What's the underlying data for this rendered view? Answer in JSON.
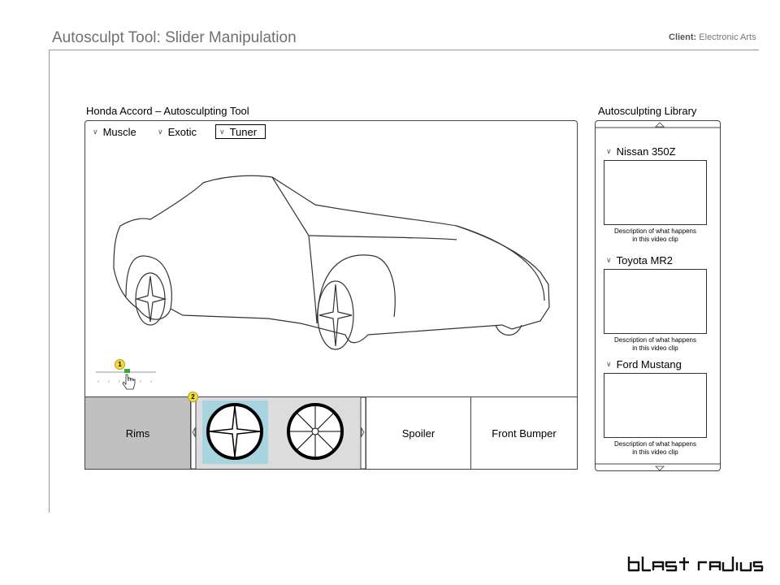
{
  "header": {
    "title": "Autosculpt Tool: Slider Manipulation",
    "client_label": "Client:",
    "client_name": "Electronic Arts"
  },
  "tool": {
    "title": "Honda Accord – Autosculpting Tool",
    "style_options": [
      {
        "label": "Muscle",
        "selected": false
      },
      {
        "label": "Exotic",
        "selected": false
      },
      {
        "label": "Tuner",
        "selected": true
      }
    ],
    "slider_value": 0.5
  },
  "annotations": {
    "slider_badge": "1",
    "carousel_badge": "2"
  },
  "parts": {
    "rims_label": "Rims",
    "spoiler_label": "Spoiler",
    "front_bumper_label": "Front Bumper",
    "rim_options": [
      {
        "icon": "four-spoke-rim-icon",
        "selected": true
      },
      {
        "icon": "multi-spoke-rim-icon",
        "selected": false
      }
    ]
  },
  "library": {
    "title": "Autosculpting Library",
    "items": [
      {
        "name": "Nissan 350Z",
        "desc_line1": "Description of what happens",
        "desc_line2": "in this video clip"
      },
      {
        "name": "Toyota MR2",
        "desc_line1": "Description of what happens",
        "desc_line2": "in this video clip"
      },
      {
        "name": "Ford Mustang",
        "desc_line1": "Description of what happens",
        "desc_line2": "in this video clip"
      }
    ]
  },
  "brand": {
    "logo_text": "blast radius"
  },
  "colors": {
    "selected_rim_bg": "#a8d4e2",
    "badge": "#f2dc3a",
    "slider_handle": "#3aa63a",
    "selected_tile_bg": "#c0c0c0"
  }
}
